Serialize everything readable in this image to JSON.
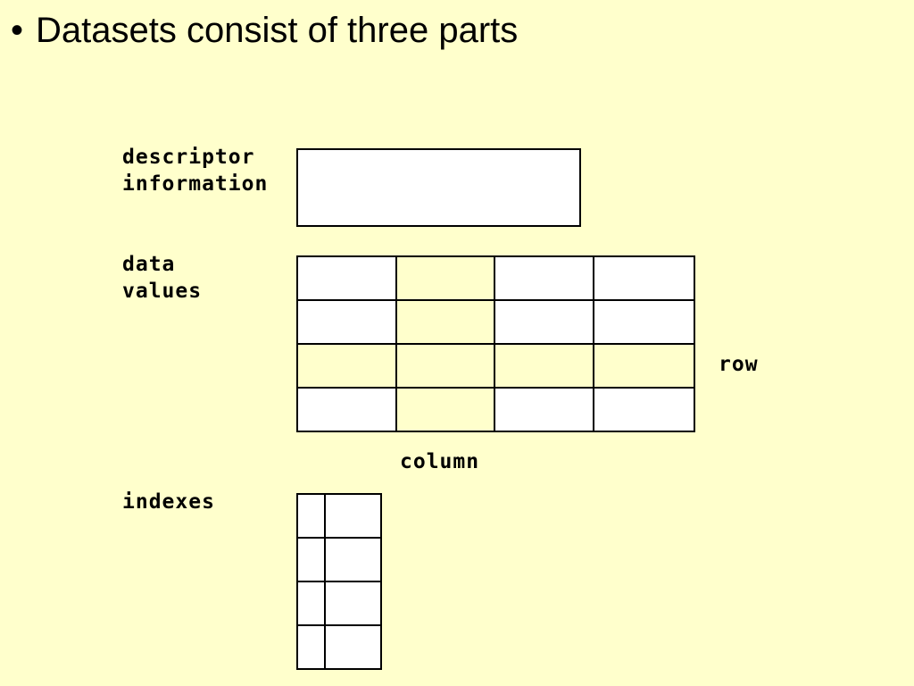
{
  "slide": {
    "bullet_symbol": "•",
    "heading": "Datasets consist of three parts"
  },
  "diagram": {
    "descriptor": {
      "label_line1": "descriptor",
      "label_line2": "information"
    },
    "data_values": {
      "label_line1": "data",
      "label_line2": "values",
      "row_label": "row",
      "column_label": "column",
      "rows": 4,
      "cols": 4,
      "highlighted_column": 1,
      "highlighted_row": 2,
      "fill_color": "#FFFFFF",
      "highlight_color": "#FFFFCC"
    },
    "indexes": {
      "label": "indexes",
      "rows": 4,
      "cols": 2
    }
  },
  "colors": {
    "background": "#FFFFCC",
    "line": "#000000",
    "box_fill": "#FFFFFF"
  }
}
